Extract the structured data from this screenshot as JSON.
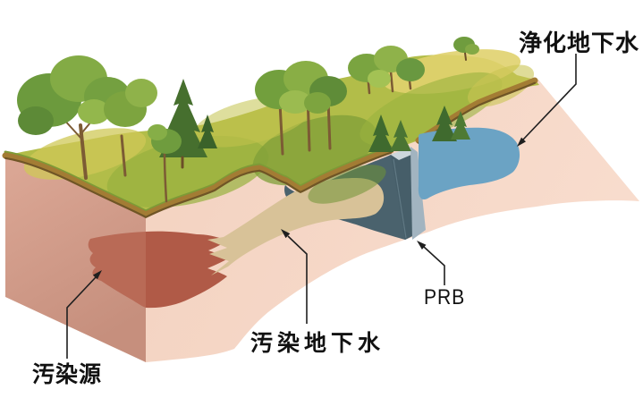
{
  "figure": {
    "labels": {
      "purified_groundwater": "浄化地下水",
      "contaminated_groundwater": "汚染地下水",
      "barrier": "PRB",
      "pollution_source": "汚染源"
    },
    "colors": {
      "background": "#ffffff",
      "grass": "#b2bd49",
      "grass_dark": "#7f9f38",
      "grass_pale": "#e0d26e",
      "soil_band": "#a37c34",
      "front_face": "#f6d8c7",
      "left_face": "#d9a494",
      "pollution_source_front": "#b05a47",
      "pollution_source_left": "#b96a56",
      "contaminated_plume": "#d8c298",
      "prb_zone": "#4a626d",
      "prb_wall_top": "#cdd7dc",
      "prb_wall_side": "#a2b4c0",
      "clean_plume": "#6ba3c4",
      "arrow": "#1f1f1f",
      "label_text": "#111111"
    }
  }
}
